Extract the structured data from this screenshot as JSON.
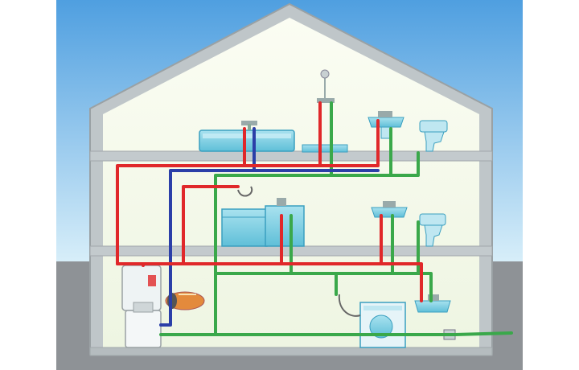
{
  "scene": {
    "subject": "house-plumbing-cutaway",
    "floors": [
      "ground-floor",
      "first-floor",
      "attic"
    ],
    "pipes": [
      {
        "kind": "hot-water",
        "color": "#e0282a"
      },
      {
        "kind": "cold-water",
        "color": "#2b3fa8"
      },
      {
        "kind": "drinking-water-supply",
        "color": "#3aa84a"
      }
    ],
    "fixtures": [
      "bathtub",
      "shower-head",
      "shower-tray",
      "washbasin",
      "toilet",
      "kitchen-sink",
      "dishwasher",
      "washing-machine",
      "utility-sink",
      "boiler",
      "water-heater",
      "water-meter"
    ]
  },
  "colors": {
    "sky_top": "#4f9fe0",
    "sky_bottom": "#cfe8f7",
    "ground": "#8e9296",
    "wall": "#bfc6c9",
    "wall_shade": "#9fa6a9",
    "interior": "#f5f9ec",
    "fixture_fill": "#8dd2e3",
    "fixture_stroke": "#3a9fc0",
    "porcelain": "#e6f4f8"
  }
}
